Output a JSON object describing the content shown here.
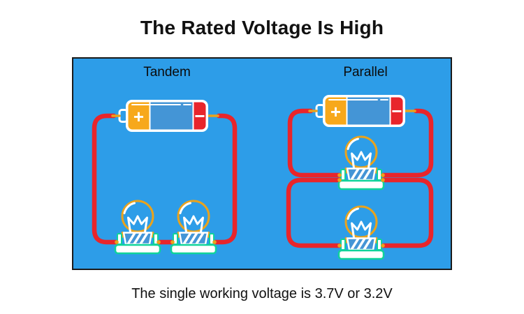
{
  "title": "The Rated Voltage Is High",
  "caption": "The single working voltage is 3.7V or 3.2V",
  "panel": {
    "left_label": "Tandem",
    "right_label": "Parallel",
    "battery": {
      "plus_label": "+",
      "minus_label": "−"
    }
  },
  "colors": {
    "panel-blue": "#2D9DE8",
    "battery-blue": "#4495D6",
    "battery-orange": "#F7A81B",
    "battery-red": "#E8252B",
    "wire-red": "#E8252B",
    "amber": "#EAA31C",
    "bulb-green": "#0FD49A",
    "text-dark": "#111111",
    "panel-border": "#1A1A1A",
    "white": "#FFFFFF"
  }
}
